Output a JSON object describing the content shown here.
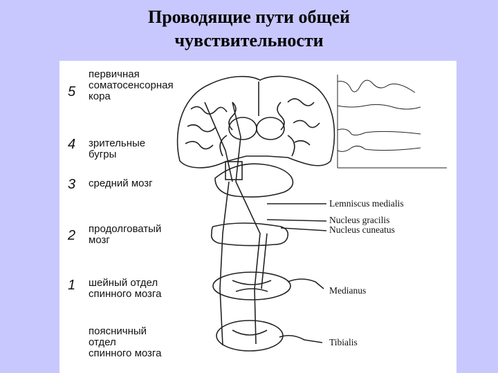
{
  "slide": {
    "title_line1": "Проводящие пути общей",
    "title_line2": "чувствительности"
  },
  "levels": [
    {
      "num": "5",
      "line1": "первичная",
      "line2": "соматосенсорная",
      "line3": "кора"
    },
    {
      "num": "4",
      "line1": "зрительные",
      "line2": "бугры"
    },
    {
      "num": "3",
      "line1": "средний мозг"
    },
    {
      "num": "2",
      "line1": "продолговатый",
      "line2": "мозг"
    },
    {
      "num": "1",
      "line1": "шейный отдел",
      "line2": "спинного мозга"
    },
    {
      "line1": "поясничный",
      "line2": "отдел",
      "line3": "спинного мозга"
    }
  ],
  "structures": {
    "lemniscus": "Lemniscus medialis",
    "gracilis": "Nucleus gracilis",
    "cuneatus": "Nucleus cuneatus",
    "medianus": "Medianus",
    "tibialis": "Tibialis"
  }
}
